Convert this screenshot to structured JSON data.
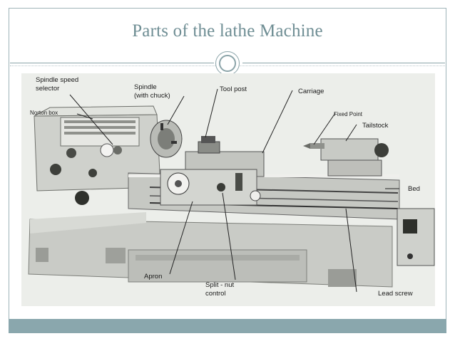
{
  "slide": {
    "title": "Parts of the lathe Machine"
  },
  "diagram": {
    "labels": {
      "spindle_speed_selector_1": "Spindle speed",
      "spindle_speed_selector_2": "selector",
      "norton_box": "Norton box",
      "spindle_1": "Spindle",
      "spindle_2": "(with chuck)",
      "tool_post": "Tool post",
      "carriage": "Carriage",
      "fixed_point": "Fixed Point",
      "tailstock": "Tailstock",
      "bed": "Bed",
      "apron": "Apron",
      "split_nut_1": "Split - nut",
      "split_nut_2": "control",
      "lead_screw": "Lead screw"
    }
  },
  "colors": {
    "title": "#6f8e94",
    "accent": "#8aa7ad",
    "machine": "#d2d4d0"
  }
}
